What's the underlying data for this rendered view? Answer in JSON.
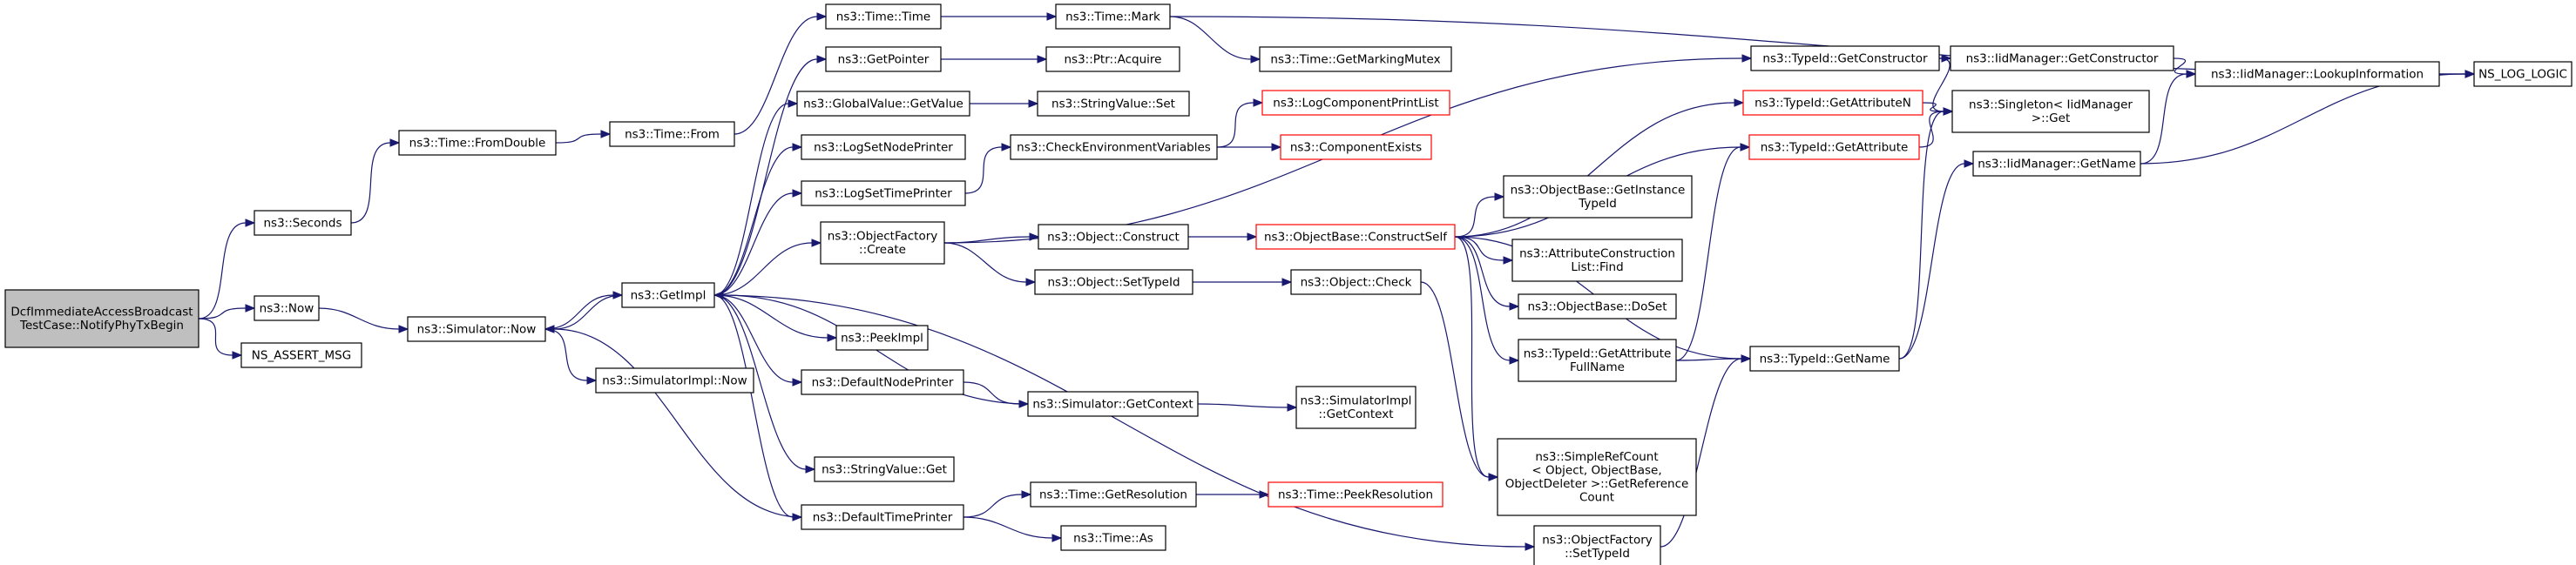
{
  "colors": {
    "edge": "#191970",
    "node_border": "#000000",
    "node_border_missing": "#ff0000",
    "root_fill": "#bfbfbf",
    "background": "#ffffff"
  },
  "nodes": {
    "root": {
      "lines": [
        "DcfImmediateAccessBroadcast",
        "TestCase::NotifyPhyTxBegin"
      ],
      "style": "root"
    },
    "seconds": {
      "lines": [
        "ns3::Seconds"
      ],
      "style": "normal"
    },
    "now": {
      "lines": [
        "ns3::Now"
      ],
      "style": "normal"
    },
    "assert": {
      "lines": [
        "NS_ASSERT_MSG"
      ],
      "style": "normal"
    },
    "fromdouble": {
      "lines": [
        "ns3::Time::FromDouble"
      ],
      "style": "normal"
    },
    "from": {
      "lines": [
        "ns3::Time::From"
      ],
      "style": "normal"
    },
    "simnow": {
      "lines": [
        "ns3::Simulator::Now"
      ],
      "style": "normal"
    },
    "simimplnow": {
      "lines": [
        "ns3::SimulatorImpl::Now"
      ],
      "style": "normal"
    },
    "getimpl": {
      "lines": [
        "ns3::GetImpl"
      ],
      "style": "normal"
    },
    "timetime": {
      "lines": [
        "ns3::Time::Time"
      ],
      "style": "normal"
    },
    "getpointer": {
      "lines": [
        "ns3::GetPointer"
      ],
      "style": "normal"
    },
    "gvgetvalue": {
      "lines": [
        "ns3::GlobalValue::GetValue"
      ],
      "style": "normal"
    },
    "logsetnode": {
      "lines": [
        "ns3::LogSetNodePrinter"
      ],
      "style": "normal"
    },
    "logsettime": {
      "lines": [
        "ns3::LogSetTimePrinter"
      ],
      "style": "normal"
    },
    "ofcreate": {
      "lines": [
        "ns3::ObjectFactory",
        "::Create"
      ],
      "style": "normal"
    },
    "peekimpl": {
      "lines": [
        "ns3::PeekImpl"
      ],
      "style": "normal"
    },
    "defnodeprinter": {
      "lines": [
        "ns3::DefaultNodePrinter"
      ],
      "style": "normal"
    },
    "svget": {
      "lines": [
        "ns3::StringValue::Get"
      ],
      "style": "normal"
    },
    "deftimeprinter": {
      "lines": [
        "ns3::DefaultTimePrinter"
      ],
      "style": "normal"
    },
    "timemark": {
      "lines": [
        "ns3::Time::Mark"
      ],
      "style": "normal"
    },
    "ptracquire": {
      "lines": [
        "ns3::Ptr::Acquire"
      ],
      "style": "normal"
    },
    "svset": {
      "lines": [
        "ns3::StringValue::Set"
      ],
      "style": "normal"
    },
    "checkenv": {
      "lines": [
        "ns3::CheckEnvironmentVariables"
      ],
      "style": "normal"
    },
    "objconstruct": {
      "lines": [
        "ns3::Object::Construct"
      ],
      "style": "normal"
    },
    "objsettypeid": {
      "lines": [
        "ns3::Object::SetTypeId"
      ],
      "style": "normal"
    },
    "simgetcontext": {
      "lines": [
        "ns3::Simulator::GetContext"
      ],
      "style": "normal"
    },
    "timegetres": {
      "lines": [
        "ns3::Time::GetResolution"
      ],
      "style": "normal"
    },
    "timeas": {
      "lines": [
        "ns3::Time::As"
      ],
      "style": "normal"
    },
    "getmarkingmutex": {
      "lines": [
        "ns3::Time::GetMarkingMutex"
      ],
      "style": "normal"
    },
    "logcompprint": {
      "lines": [
        "ns3::LogComponentPrintList"
      ],
      "style": "missing"
    },
    "compexists": {
      "lines": [
        "ns3::ComponentExists"
      ],
      "style": "missing"
    },
    "obconstructself": {
      "lines": [
        "ns3::ObjectBase::ConstructSelf"
      ],
      "style": "missing"
    },
    "objcheck": {
      "lines": [
        "ns3::Object::Check"
      ],
      "style": "normal"
    },
    "simimplgetctx": {
      "lines": [
        "ns3::SimulatorImpl",
        "::GetContext"
      ],
      "style": "normal"
    },
    "timepeekres": {
      "lines": [
        "ns3::Time::PeekResolution"
      ],
      "style": "missing"
    },
    "tidgetctor": {
      "lines": [
        "ns3::TypeId::GetConstructor"
      ],
      "style": "normal"
    },
    "tidgetattrn": {
      "lines": [
        "ns3::TypeId::GetAttributeN"
      ],
      "style": "missing"
    },
    "tidgetattr": {
      "lines": [
        "ns3::TypeId::GetAttribute"
      ],
      "style": "missing"
    },
    "obgetinst": {
      "lines": [
        "ns3::ObjectBase::GetInstance",
        "TypeId"
      ],
      "style": "normal"
    },
    "acfind": {
      "lines": [
        "ns3::AttributeConstruction",
        "List::Find"
      ],
      "style": "normal"
    },
    "obdoset": {
      "lines": [
        "ns3::ObjectBase::DoSet"
      ],
      "style": "normal"
    },
    "tidgetattrfull": {
      "lines": [
        "ns3::TypeId::GetAttribute",
        "FullName"
      ],
      "style": "normal"
    },
    "simplerefcount": {
      "lines": [
        "ns3::SimpleRefCount",
        "< Object, ObjectBase,",
        "ObjectDeleter >::GetReference",
        "Count"
      ],
      "style": "normal"
    },
    "ofsettypeid": {
      "lines": [
        "ns3::ObjectFactory",
        "::SetTypeId"
      ],
      "style": "normal"
    },
    "iidgetctor": {
      "lines": [
        "ns3::IidManager::GetConstructor"
      ],
      "style": "normal"
    },
    "singleton": {
      "lines": [
        "ns3::Singleton< IidManager",
        ">::Get"
      ],
      "style": "normal"
    },
    "iidgetname": {
      "lines": [
        "ns3::IidManager::GetName"
      ],
      "style": "normal"
    },
    "tidgetname": {
      "lines": [
        "ns3::TypeId::GetName"
      ],
      "style": "normal"
    },
    "iidlookup": {
      "lines": [
        "ns3::IidManager::LookupInformation"
      ],
      "style": "normal"
    },
    "nslog": {
      "lines": [
        "NS_LOG_LOGIC"
      ],
      "style": "normal"
    }
  },
  "edges": [
    [
      "root",
      "seconds"
    ],
    [
      "root",
      "now"
    ],
    [
      "root",
      "assert"
    ],
    [
      "seconds",
      "fromdouble"
    ],
    [
      "fromdouble",
      "from"
    ],
    [
      "from",
      "timetime"
    ],
    [
      "timetime",
      "timemark"
    ],
    [
      "timemark",
      "getmarkingmutex"
    ],
    [
      "timemark",
      "nslog"
    ],
    [
      "now",
      "simnow"
    ],
    [
      "simnow",
      "getimpl"
    ],
    [
      "simnow",
      "simimplnow"
    ],
    [
      "getimpl",
      "getpointer"
    ],
    [
      "getimpl",
      "gvgetvalue"
    ],
    [
      "getimpl",
      "logsetnode"
    ],
    [
      "getimpl",
      "logsettime"
    ],
    [
      "getimpl",
      "ofcreate"
    ],
    [
      "getimpl",
      "peekimpl"
    ],
    [
      "getimpl",
      "defnodeprinter"
    ],
    [
      "getimpl",
      "svget"
    ],
    [
      "getimpl",
      "deftimeprinter"
    ],
    [
      "getimpl",
      "simnow"
    ],
    [
      "getimpl",
      "ofsettypeid"
    ],
    [
      "getpointer",
      "ptracquire"
    ],
    [
      "gvgetvalue",
      "svset"
    ],
    [
      "logsettime",
      "checkenv"
    ],
    [
      "checkenv",
      "logcompprint"
    ],
    [
      "checkenv",
      "compexists"
    ],
    [
      "ofcreate",
      "objconstruct"
    ],
    [
      "ofcreate",
      "objsettypeid"
    ],
    [
      "ofcreate",
      "tidgetctor"
    ],
    [
      "objconstruct",
      "obconstructself"
    ],
    [
      "objsettypeid",
      "objcheck"
    ],
    [
      "defnodeprinter",
      "simgetcontext"
    ],
    [
      "simgetcontext",
      "simimplgetctx"
    ],
    [
      "simgetcontext",
      "getimpl"
    ],
    [
      "deftimeprinter",
      "timegetres"
    ],
    [
      "deftimeprinter",
      "timeas"
    ],
    [
      "deftimeprinter",
      "simnow"
    ],
    [
      "timegetres",
      "timepeekres"
    ],
    [
      "obconstructself",
      "tidgetattrn"
    ],
    [
      "obconstructself",
      "tidgetattr"
    ],
    [
      "obconstructself",
      "obgetinst"
    ],
    [
      "obconstructself",
      "acfind"
    ],
    [
      "obconstructself",
      "obdoset"
    ],
    [
      "obconstructself",
      "tidgetattrfull"
    ],
    [
      "obconstructself",
      "simplerefcount"
    ],
    [
      "obconstructself",
      "tidgetname"
    ],
    [
      "objcheck",
      "simplerefcount"
    ],
    [
      "tidgetctor",
      "iidgetctor"
    ],
    [
      "tidgetctor",
      "singleton"
    ],
    [
      "tidgetattrn",
      "singleton"
    ],
    [
      "tidgetattr",
      "singleton"
    ],
    [
      "tidgetattrfull",
      "tidgetattr"
    ],
    [
      "tidgetattrfull",
      "tidgetname"
    ],
    [
      "ofsettypeid",
      "tidgetname"
    ],
    [
      "tidgetname",
      "singleton"
    ],
    [
      "tidgetname",
      "iidgetname"
    ],
    [
      "iidgetctor",
      "iidlookup"
    ],
    [
      "iidgetname",
      "iidlookup"
    ],
    [
      "iidgetname",
      "nslog"
    ],
    [
      "iidlookup",
      "nslog"
    ]
  ]
}
